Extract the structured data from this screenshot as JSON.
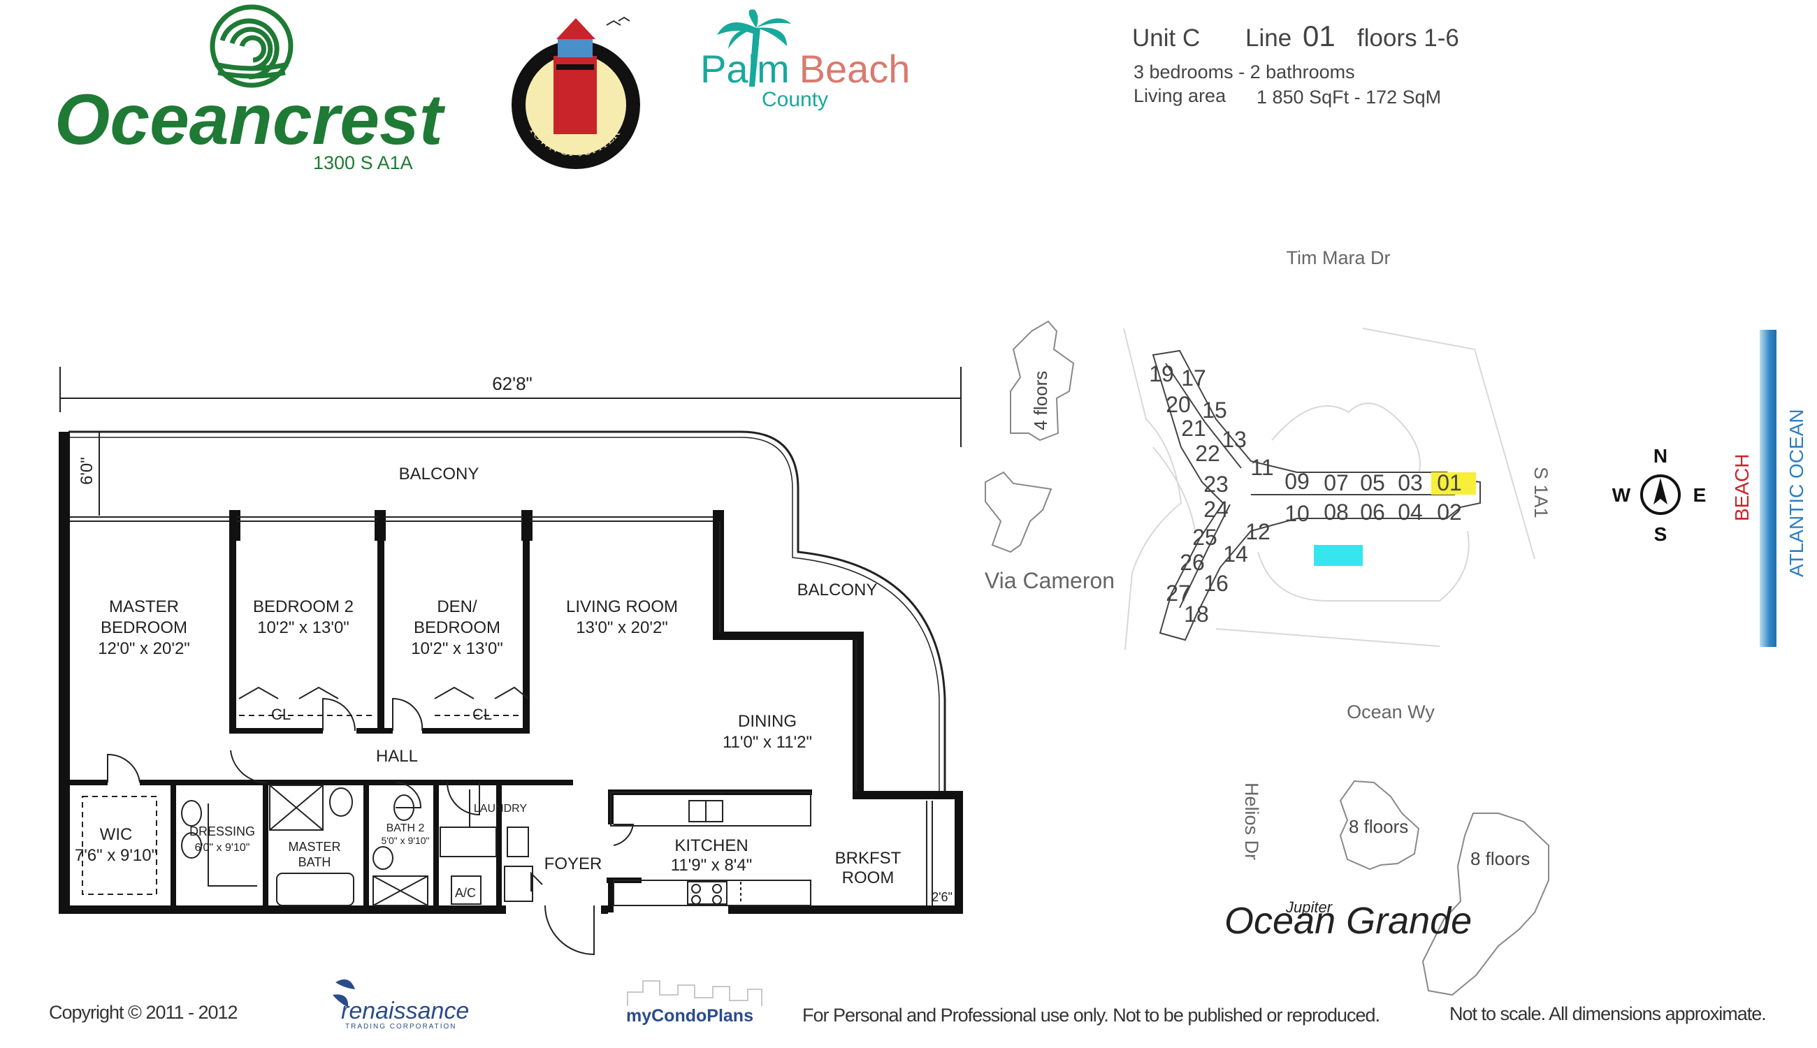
{
  "header": {
    "brand_name": "Oceancrest",
    "brand_address": "1300 S A1A",
    "seal_text": "TOWN OF JUPITER",
    "county_logo_line1_a": "Palm",
    "county_logo_line1_b": "Beach",
    "county_logo_line2": "County"
  },
  "unit_info": {
    "unit_label": "Unit C",
    "line_label": "Line",
    "line_number": "01",
    "floors": "floors 1-6",
    "bedrooms": "3 bedrooms - 2 bathrooms",
    "living_area_label": "Living area",
    "living_area_value": "1 850 SqFt - 172 SqM"
  },
  "floorplan": {
    "overall_width": "62'8\"",
    "balcony_depth": "6'0\"",
    "balcony_top": "BALCONY",
    "balcony_right": "BALCONY",
    "master_bedroom": {
      "name1": "MASTER",
      "name2": "BEDROOM",
      "dims": "12'0\" x 20'2\""
    },
    "bedroom2": {
      "name": "BEDROOM 2",
      "dims": "10'2\" x 13'0\""
    },
    "den": {
      "name1": "DEN/",
      "name2": "BEDROOM",
      "dims": "10'2\" x 13'0\""
    },
    "living_room": {
      "name": "LIVING ROOM",
      "dims": "13'0\" x 20'2\""
    },
    "dining": {
      "name": "DINING",
      "dims": "11'0\" x 11'2\""
    },
    "closet1": "CL",
    "closet2": "CL",
    "hall": "HALL",
    "wic": {
      "name": "WIC",
      "dims": "7'6\" x 9'10\""
    },
    "dressing": {
      "name": "DRESSING",
      "dims": "6'0\" x 9'10\""
    },
    "master_bath": {
      "name1": "MASTER",
      "name2": "BATH"
    },
    "bath2": {
      "name": "BATH 2",
      "dims": "5'0\" x 9'10\""
    },
    "laundry": "LAUNDRY",
    "ac": "A/C",
    "foyer": "FOYER",
    "kitchen": {
      "name": "KITCHEN",
      "dims": "11'9\" x 8'4\""
    },
    "breakfast": {
      "name1": "BRKFST",
      "name2": "ROOM"
    },
    "ledge": "2'6\""
  },
  "site_map": {
    "street_north": "Tim Mara Dr",
    "street_south": "Ocean Wy",
    "street_east": "S 1A1",
    "street_west": "Via Cameron",
    "street_helios": "Helios Dr",
    "neighbor_floors": "4 floors",
    "tower1_floors": "8 floors",
    "tower2_floors": "8 floors",
    "ocean_grande_small": "Jupiter",
    "ocean_grande": "Ocean Grande",
    "beach": "BEACH",
    "ocean": "ATLANTIC OCEAN",
    "compass": {
      "n": "N",
      "s": "S",
      "e": "E",
      "w": "W"
    },
    "highlight_color": "#f7ef3a",
    "pool_color": "#35e6ee",
    "units_east_top": [
      "09",
      "07",
      "05",
      "03",
      "01"
    ],
    "units_east_bottom": [
      "10",
      "08",
      "06",
      "04",
      "02"
    ],
    "units_north_left": [
      "19",
      "20",
      "21",
      "22",
      "23"
    ],
    "units_north_right": [
      "17",
      "15",
      "13",
      "11"
    ],
    "units_south_left": [
      "24",
      "25",
      "26",
      "27"
    ],
    "units_south_right": [
      "12",
      "14",
      "16",
      "18"
    ]
  },
  "footer": {
    "copyright": "Copyright © 2011 - 2012",
    "renaissance": "renaissance",
    "renaissance_sub": "TRADING CORPORATION",
    "mycondoplans": "myCondoPlans",
    "usage": "For Personal and Professional use only.  Not to be published or reproduced.",
    "scale": "Not to scale.  All dimensions approximate."
  }
}
